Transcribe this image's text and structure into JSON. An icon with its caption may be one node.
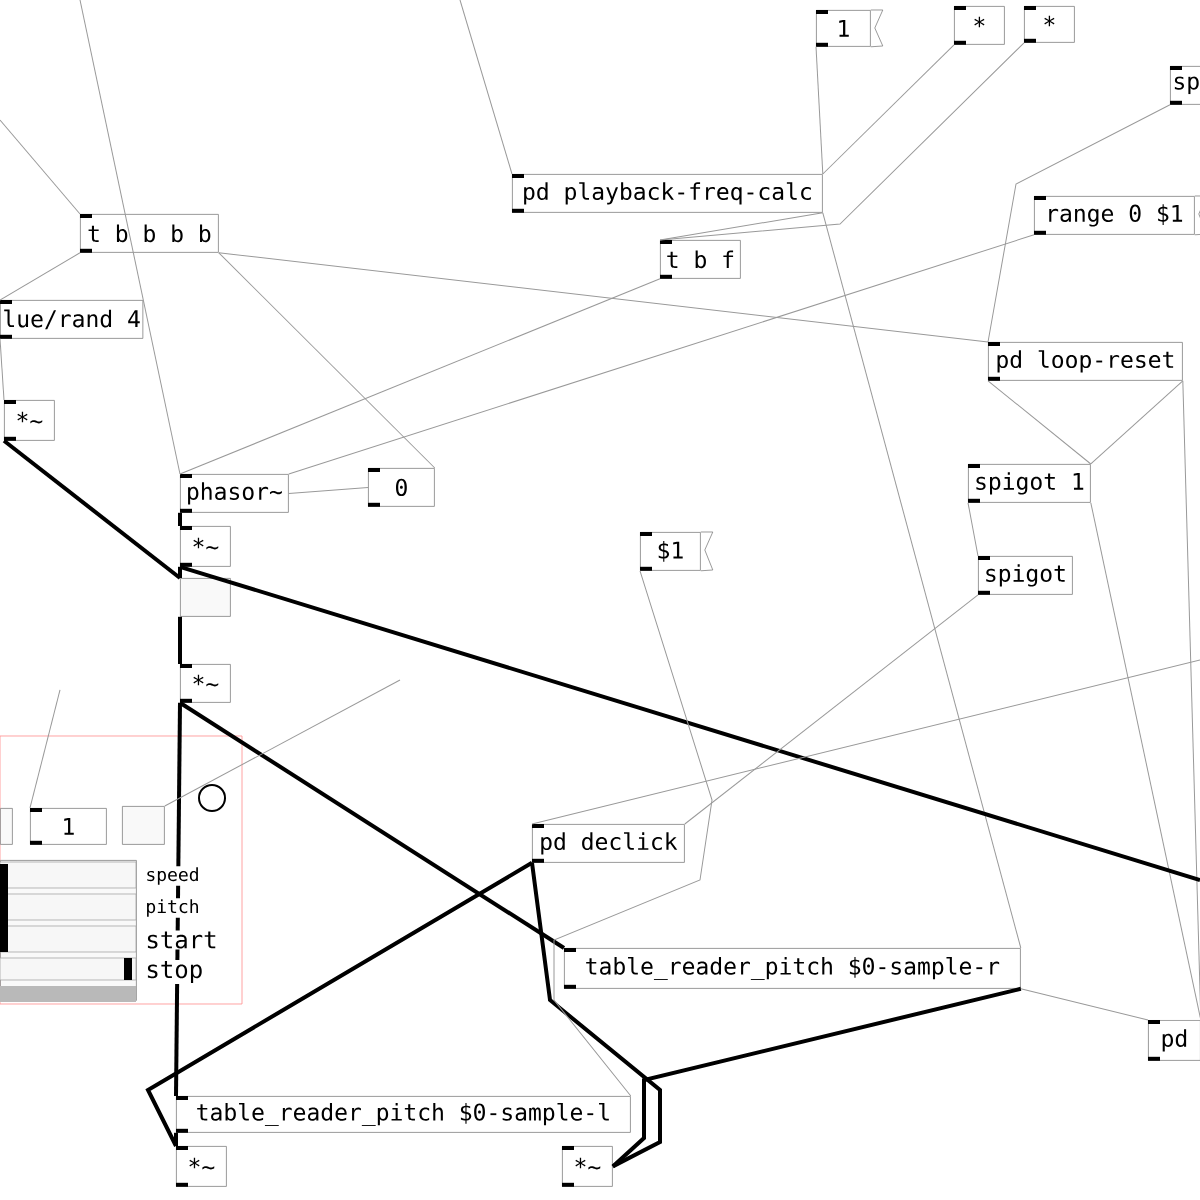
{
  "diagram": {
    "nodes": [
      {
        "text": [
          "1"
        ]
      },
      {
        "text": [
          "*"
        ]
      },
      {
        "text": [
          "*"
        ]
      },
      {
        "text": [
          "sp"
        ]
      },
      {
        "text": [
          "pd playback-freq-calc"
        ]
      },
      {
        "text": [
          "t b b b b"
        ]
      },
      {
        "text": [
          "range 0 $1"
        ]
      },
      {
        "text": [
          "t b f"
        ]
      },
      {
        "text": [
          "lue/rand 4"
        ]
      },
      {
        "text": [
          "*~"
        ]
      },
      {
        "text": [
          "pd loop-reset"
        ]
      },
      {
        "text": [
          "phasor~"
        ]
      },
      {
        "text": [
          "0"
        ]
      },
      {
        "text": [
          "spigot 1"
        ]
      },
      {
        "text": [
          "$1"
        ]
      },
      {
        "text": [
          "spigot"
        ]
      },
      {
        "text": [
          "*~"
        ]
      },
      {
        "text": [],
        "shape": "box"
      },
      {
        "text": [
          "*~"
        ]
      },
      {
        "text": [],
        "shape": "circle"
      },
      {
        "text": [
          "1"
        ]
      },
      {
        "text": [],
        "shape": "box"
      },
      {
        "text": [],
        "shape": "box"
      },
      {
        "text": [],
        "shape": "box"
      },
      {
        "text": [
          "pd declick"
        ]
      },
      {
        "text": [
          "table_reader_pitch $0-sample-r"
        ]
      },
      {
        "text": [
          "pd"
        ]
      },
      {
        "text": [
          "table_reader_pitch $0-sample-l"
        ]
      },
      {
        "text": [
          "*~"
        ]
      },
      {
        "text": [
          "*~"
        ]
      }
    ],
    "edges": [
      {
        "from": 0,
        "to": 4,
        "arrow": "none"
      },
      {
        "from": 1,
        "to": 4,
        "arrow": "none"
      },
      {
        "from": 2,
        "to": 7,
        "arrow": "none"
      },
      {
        "from": 3,
        "to": 10,
        "arrow": "none"
      },
      {
        "from": 4,
        "to": 7,
        "arrow": "none"
      },
      {
        "from": 4,
        "to": 25,
        "arrow": "none"
      },
      {
        "from": 5,
        "to": 8,
        "arrow": "none"
      },
      {
        "from": 5,
        "to": 10,
        "arrow": "none"
      },
      {
        "from": 5,
        "to": 12,
        "arrow": "none"
      },
      {
        "from": 7,
        "to": 11,
        "arrow": "none"
      },
      {
        "from": 6,
        "to": 11,
        "arrow": "none"
      },
      {
        "from": 8,
        "to": 9,
        "arrow": "none"
      },
      {
        "from": 9,
        "to": 17,
        "arrow": "none",
        "style": "thick",
        "color": "#000000"
      },
      {
        "from": 10,
        "to": 13,
        "arrow": "none"
      },
      {
        "from": 10,
        "to": 13,
        "arrow": "none"
      },
      {
        "from": 13,
        "to": 15,
        "arrow": "none"
      },
      {
        "from": 13,
        "to": 26,
        "arrow": "none"
      },
      {
        "from": 10,
        "to": 26,
        "arrow": "none"
      },
      {
        "from": 25,
        "to": 26,
        "arrow": "none"
      },
      {
        "from": 11,
        "to": 16,
        "arrow": "none",
        "style": "thick",
        "color": "#000000"
      },
      {
        "from": 16,
        "to": 17,
        "arrow": "none",
        "style": "thick",
        "color": "#000000"
      },
      {
        "from": 17,
        "to": 18,
        "arrow": "none",
        "style": "thick",
        "color": "#000000"
      },
      {
        "from": 18,
        "to": 27,
        "arrow": "none",
        "style": "thick",
        "color": "#000000"
      },
      {
        "from": 18,
        "to": 25,
        "arrow": "none",
        "style": "thick",
        "color": "#000000"
      },
      {
        "from": 16,
        "to": null,
        "arrow": "none",
        "style": "thick",
        "color": "#000000"
      },
      {
        "from": 24,
        "to": 28,
        "arrow": "none",
        "style": "thick",
        "color": "#000000"
      },
      {
        "from": 24,
        "to": 29,
        "arrow": "none",
        "style": "thick",
        "color": "#000000"
      },
      {
        "from": 25,
        "to": 29,
        "arrow": "none",
        "style": "thick",
        "color": "#000000"
      },
      {
        "from": 27,
        "to": 28,
        "arrow": "none",
        "style": "thick",
        "color": "#000000"
      },
      {
        "from": 12,
        "to": 11,
        "arrow": "none"
      },
      {
        "from": 14,
        "to": 27,
        "arrow": "none"
      },
      {
        "from": 15,
        "to": 24,
        "arrow": "none"
      },
      {
        "from": null,
        "to": 4,
        "arrow": "none"
      },
      {
        "from": null,
        "to": 11,
        "arrow": "none"
      },
      {
        "from": null,
        "to": 24,
        "arrow": "none"
      },
      {
        "from": null,
        "to": 5,
        "arrow": "none"
      },
      {
        "from": 21,
        "to": null,
        "arrow": "none"
      },
      {
        "from": 20,
        "to": null,
        "arrow": "none"
      }
    ],
    "labels": [
      "speed",
      "pitch",
      "start",
      "stop"
    ]
  }
}
